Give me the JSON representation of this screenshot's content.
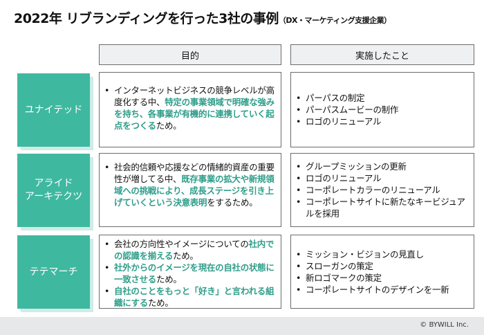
{
  "title": {
    "main": "2022年 リブランディングを行った3社の事例",
    "sub": "（DX・マーケティング支援企業）"
  },
  "headers": {
    "purpose": "目的",
    "actions": "実施したこと"
  },
  "rows": [
    {
      "company": "ユナイテッド",
      "purpose": [
        [
          {
            "t": "インターネットビジネスの競争レベルが高度化する中、"
          },
          {
            "t": "特定の事業領域で明確な強みを持ち、各事業が有機的に連携していく起点をつくる",
            "hl": true
          },
          {
            "t": "ため。"
          }
        ]
      ],
      "actions": [
        "パーパスの制定",
        "パーパスムービーの制作",
        "ロゴのリニューアル"
      ]
    },
    {
      "company": "アライド\nアーキテクツ",
      "purpose": [
        [
          {
            "t": "社会的信頼や応援などの情緒的資産の重要性が増してる中、"
          },
          {
            "t": "既存事業の拡大や新規領域への挑戦により、成長ステージを引き上げていくという決意表明",
            "hl": true
          },
          {
            "t": "をするため。"
          }
        ]
      ],
      "actions": [
        "グループミッションの更新",
        "ロゴのリニューアル",
        "コーポレートカラーのリニューアル",
        "コーポレートサイトに新たなキービジュアルを採用"
      ]
    },
    {
      "company": "テテマーチ",
      "purpose": [
        [
          {
            "t": "会社の方向性やイメージについての"
          },
          {
            "t": "社内での認識を揃える",
            "hl": true
          },
          {
            "t": "ため。"
          }
        ],
        [
          {
            "t": "社外からのイメージを現在の自社の状態に一致させる",
            "hl": true
          },
          {
            "t": "ため。"
          }
        ],
        [
          {
            "t": "自社のことをもっと「好き」と言われる組織にする",
            "hl": true
          },
          {
            "t": "ため。"
          }
        ]
      ],
      "actions": [
        "ミッション・ビジョンの見直し",
        "スローガンの策定",
        "新ロゴマークの策定",
        "コーポレートサイトのデザインを一新"
      ]
    }
  ],
  "footer": {
    "copyright": "© BYWILL Inc."
  }
}
